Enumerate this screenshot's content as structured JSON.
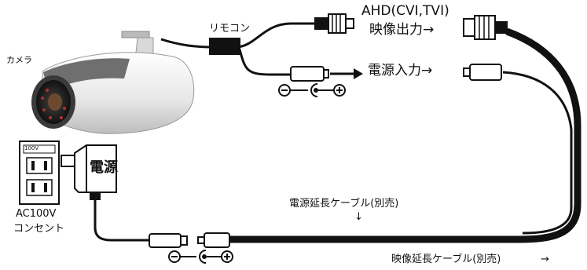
{
  "labels": {
    "camera": "カメラ",
    "remote": "リモコン",
    "ahd_line1": "AHD(CVI,TVI)",
    "ahd_line2": "映像出力→",
    "power_in": "電源入力→",
    "adapter": "電源",
    "outlet_rating": "100V",
    "outlet_line1": "AC100V",
    "outlet_line2": "コンセント",
    "power_ext": "電源延長ケーブル(別売)",
    "down_arrow": "↓",
    "video_ext": "映像延長ケーブル(別売)",
    "video_ext_arrow": "→"
  },
  "polarity": {
    "minus": "−",
    "plus": "+"
  },
  "colors": {
    "cable": "#111111",
    "camera_body": "#f2f2f2",
    "camera_shade": "#7a7a7a",
    "lens_ring": "#4a4a4a",
    "connector": "#ffffff"
  },
  "icons": [
    "camera-icon",
    "bnc-connector-icon",
    "dc-plug-icon",
    "outlet-icon",
    "power-adapter-icon"
  ]
}
